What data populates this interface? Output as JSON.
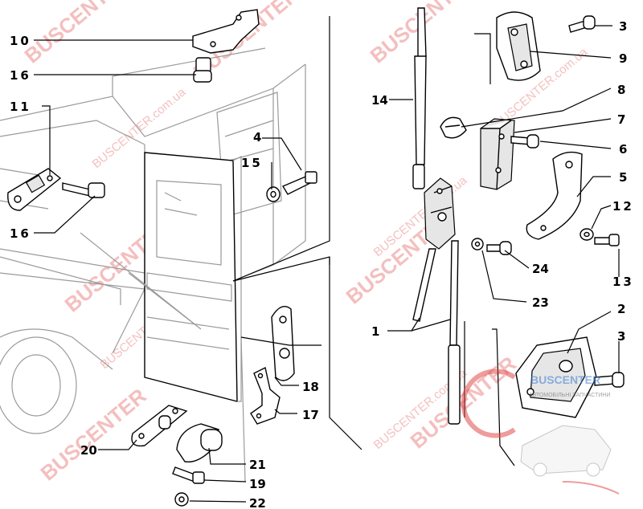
{
  "labels": {
    "l10": "10",
    "l16a": "16",
    "l11": "11",
    "l16b": "16",
    "l4": "4",
    "l15": "15",
    "l14": "14",
    "l3a": "3",
    "l9": "9",
    "l8": "8",
    "l7": "7",
    "l6": "6",
    "l5": "5",
    "l12": "12",
    "l13": "13",
    "l24": "24",
    "l23": "23",
    "l1": "1",
    "l2": "2",
    "l3b": "3",
    "l18": "18",
    "l17": "17",
    "l20": "20",
    "l21": "21",
    "l19": "19",
    "l22": "22"
  },
  "watermark": {
    "brand": "BUSCENTER",
    "site": "BUSCENTER.com.ua",
    "logo_text": "BUSCENTER",
    "logo_sub": "АВТОМОБІЛЬНІ ЗАПЧАСТИНИ",
    "brand_color": "#e24a4a"
  }
}
